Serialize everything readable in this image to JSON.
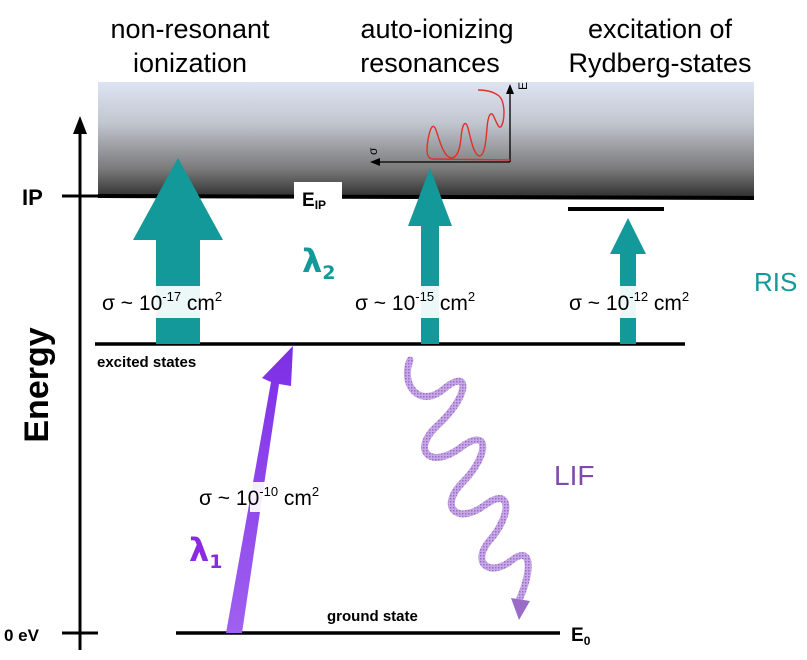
{
  "columns": {
    "nonresonant": {
      "line1": "non-resonant",
      "line2": "ionization"
    },
    "autoionizing": {
      "line1": "auto-ionizing",
      "line2": "resonances"
    },
    "rydberg": {
      "line1": "excitation of",
      "line2": "Rydberg-states"
    }
  },
  "axis": {
    "label": "Energy",
    "ip_tick": "IP",
    "zero_tick": "0 eV"
  },
  "levels": {
    "ip": {
      "label_main": "E",
      "label_sub": "IP"
    },
    "excited": "excited states",
    "ground": "ground state",
    "e0": {
      "label_main": "E",
      "label_sub": "0"
    }
  },
  "cross_sections": {
    "nonresonant": {
      "prefix": "σ ~ 10",
      "exp": "-17",
      "unit": " cm",
      "unit_exp": "2"
    },
    "autoionizing": {
      "prefix": "σ ~ 10",
      "exp": "-15",
      "unit": " cm",
      "unit_exp": "2"
    },
    "rydberg": {
      "prefix": "σ ~ 10",
      "exp": "-12",
      "unit": " cm",
      "unit_exp": "2"
    },
    "excitation": {
      "prefix": "σ ~ 10",
      "exp": "-10",
      "unit": " cm",
      "unit_exp": "2"
    }
  },
  "wavelengths": {
    "lambda1": {
      "main": "λ",
      "sub": "1"
    },
    "lambda2": {
      "main": "λ",
      "sub": "2"
    }
  },
  "methods": {
    "ris": "RIS",
    "lif": "LIF"
  },
  "inset": {
    "y_axis_label": "E",
    "x_axis_label": "σ"
  },
  "colors": {
    "teal": "#13999a",
    "violet": "#8a2be2",
    "lif_purple": "#8a5fb5",
    "continuum_top": "#d8dff0",
    "continuum_bottom": "#3a3a3a",
    "resonance_red": "#e0302a"
  }
}
